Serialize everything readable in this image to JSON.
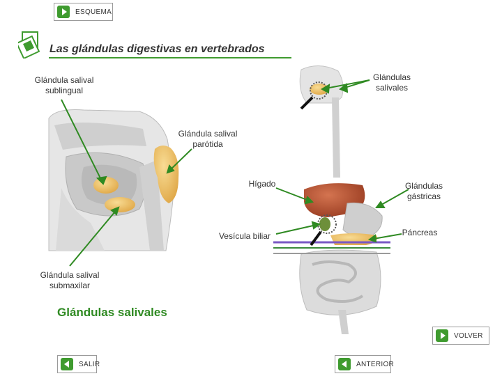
{
  "nav": {
    "esquema_label": "ESQUEMA",
    "volver_label": "VOLVER",
    "salir_label": "SALIR",
    "anterior_label": "ANTERIOR"
  },
  "header": {
    "title": "Las glándulas digestivas en vertebrados"
  },
  "labels": {
    "sublingual": "Glándula salival sublingual",
    "salivales_top": "Glándulas salivales",
    "parotida": "Glándula salival parótida",
    "higado": "Hígado",
    "gastricas": "Glándulas gástricas",
    "pancreas": "Páncreas",
    "vesicula": "Vesícula biliar",
    "submaxilar": "Glándula salival submaxilar"
  },
  "section": {
    "heading": "Glándulas salivales"
  },
  "colors": {
    "accent_green": "#3f9b2f",
    "arrow_green": "#2f8a22",
    "gland_yellow": "#f0c060",
    "liver": "#b5502d",
    "tissue_gray": "#d6d6d6"
  },
  "icons": {
    "esquema": "play-right-icon",
    "volver": "play-right-icon",
    "salir": "play-left-icon",
    "anterior": "play-left-icon",
    "title": "stacked-squares-icon",
    "magnifier": "magnifier-icon"
  }
}
